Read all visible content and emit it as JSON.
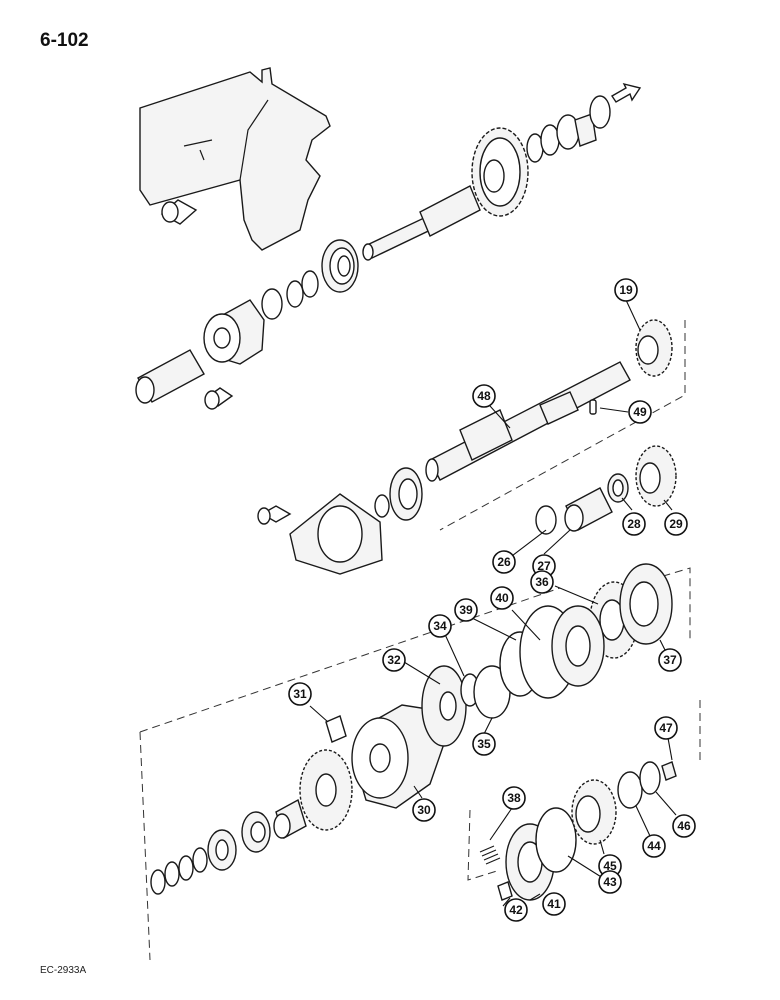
{
  "page_number": "6-102",
  "drawing_code": "EC-2933A",
  "callouts": [
    {
      "id": "c19",
      "label": "19"
    },
    {
      "id": "c48",
      "label": "48"
    },
    {
      "id": "c49",
      "label": "49"
    },
    {
      "id": "c26",
      "label": "26"
    },
    {
      "id": "c27",
      "label": "27"
    },
    {
      "id": "c28",
      "label": "28"
    },
    {
      "id": "c29",
      "label": "29"
    },
    {
      "id": "c36",
      "label": "36"
    },
    {
      "id": "c37",
      "label": "37"
    },
    {
      "id": "c40",
      "label": "40"
    },
    {
      "id": "c39",
      "label": "39"
    },
    {
      "id": "c34",
      "label": "34"
    },
    {
      "id": "c32",
      "label": "32"
    },
    {
      "id": "c35",
      "label": "35"
    },
    {
      "id": "c31",
      "label": "31"
    },
    {
      "id": "c30",
      "label": "30"
    },
    {
      "id": "c47",
      "label": "47"
    },
    {
      "id": "c46",
      "label": "46"
    },
    {
      "id": "c44",
      "label": "44"
    },
    {
      "id": "c45",
      "label": "45"
    },
    {
      "id": "c38",
      "label": "38"
    },
    {
      "id": "c43",
      "label": "43"
    },
    {
      "id": "c41",
      "label": "41"
    },
    {
      "id": "c42",
      "label": "42"
    }
  ]
}
